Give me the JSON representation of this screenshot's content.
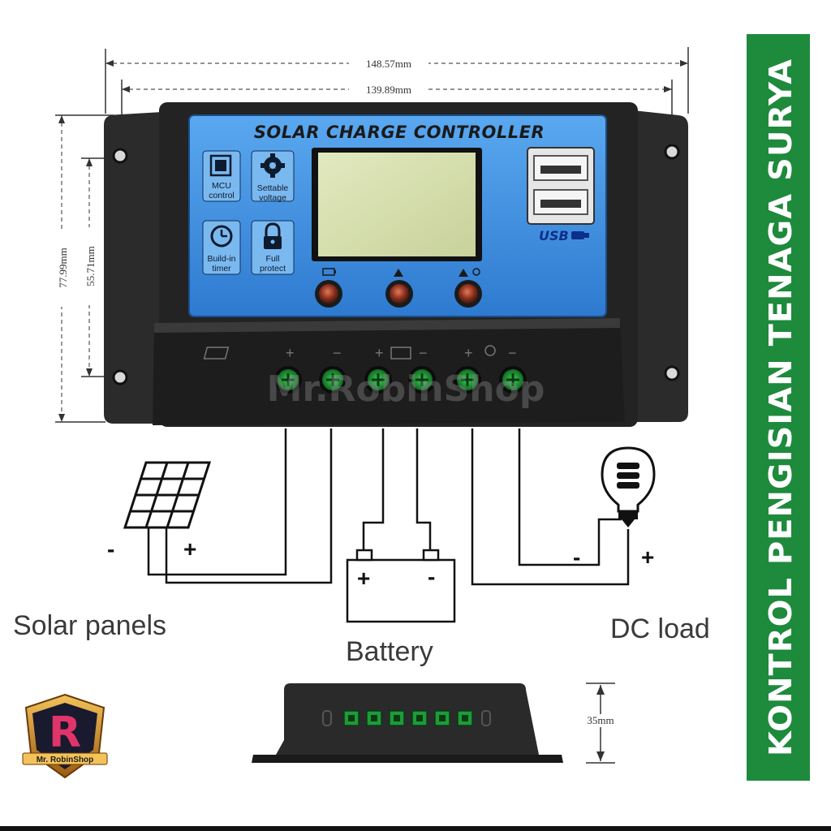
{
  "dimensions": {
    "overall_width": "148.57mm",
    "hole_spacing_width": "139.89mm",
    "overall_height": "77.99mm",
    "hole_spacing_height": "55.71mm",
    "depth": "35mm"
  },
  "controller": {
    "title": "SOLAR CHARGE CONTROLLER",
    "features": [
      {
        "label_line1": "MCU",
        "label_line2": "control",
        "icon": "chip-icon"
      },
      {
        "label_line1": "Settable",
        "label_line2": "voltage",
        "icon": "gear-icon"
      },
      {
        "label_line1": "Build-in",
        "label_line2": "timer",
        "icon": "clock-icon"
      },
      {
        "label_line1": "Full",
        "label_line2": "protect",
        "icon": "lock-icon"
      }
    ],
    "usb_label": "USB",
    "button_count": 3,
    "terminal_count": 6,
    "watermark": "Mr.RobinShop"
  },
  "labels": {
    "solar_panels": "Solar panels",
    "battery": "Battery",
    "dc_load": "DC load",
    "minus": "-",
    "plus": "+"
  },
  "banner": {
    "text": "KONTROL PENGISIAN TENAGA SURYA",
    "color": "#1e8a3c"
  },
  "logo": {
    "brand": "Mr. RobinShop",
    "letter": "R"
  },
  "colors": {
    "panel_blue": "#3e8fe0",
    "housing": "#2a2a2a",
    "terminal_green": "#1f9a3a",
    "lcd": "#d7dfb0"
  }
}
